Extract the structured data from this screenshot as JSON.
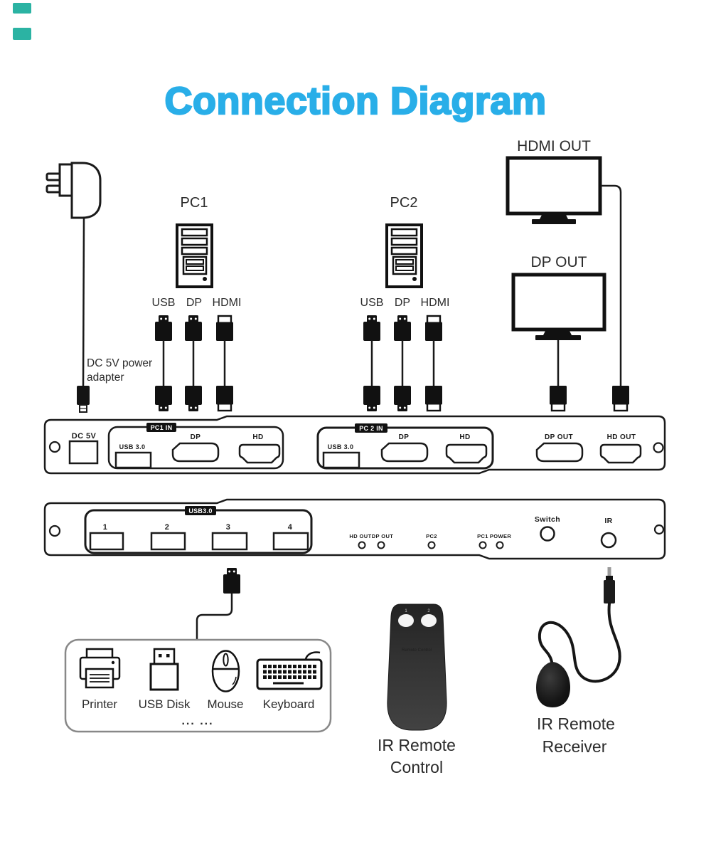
{
  "page": {
    "background": "#ffffff",
    "accent_blue": "#29aee8",
    "line_color": "#1a1a1a",
    "corner_mark_color": "#2bb3a3"
  },
  "title": "Connection Diagram",
  "power_adapter": {
    "label_line1": "DC 5V power",
    "label_line2": "adapter"
  },
  "pc1": {
    "name": "PC1",
    "ports": {
      "usb": "USB",
      "dp": "DP",
      "hdmi": "HDMI"
    }
  },
  "pc2": {
    "name": "PC2",
    "ports": {
      "usb": "USB",
      "dp": "DP",
      "hdmi": "HDMI"
    }
  },
  "monitors": {
    "hdmi_label": "HDMI OUT",
    "dp_label": "DP OUT"
  },
  "rear_panel": {
    "dc_label": "DC 5V",
    "pc1_group": {
      "tag": "PC1 IN",
      "usb": "USB 3.0",
      "dp": "DP",
      "hd": "HD"
    },
    "pc2_group": {
      "tag": "PC 2 IN",
      "usb": "USB 3.0",
      "dp": "DP",
      "hd": "HD"
    },
    "dp_out": "DP OUT",
    "hd_out": "HD OUT"
  },
  "front_panel": {
    "usb_group_tag": "USB3.0",
    "usb_ports": [
      "1",
      "2",
      "3",
      "4"
    ],
    "leds": [
      "HD OUT",
      "DP OUT",
      "PC2",
      "PC1",
      "POWER"
    ],
    "switch_label": "Switch",
    "ir_label": "IR"
  },
  "devices": {
    "items": [
      "Printer",
      "USB Disk",
      "Mouse",
      "Keyboard"
    ],
    "ellipsis": "... ..."
  },
  "remote": {
    "button1": "1",
    "button2": "2",
    "small_label": "Remote Control",
    "label_line1": "IR Remote",
    "label_line2": "Control"
  },
  "receiver": {
    "label_line1": "IR Remote",
    "label_line2": "Receiver"
  }
}
